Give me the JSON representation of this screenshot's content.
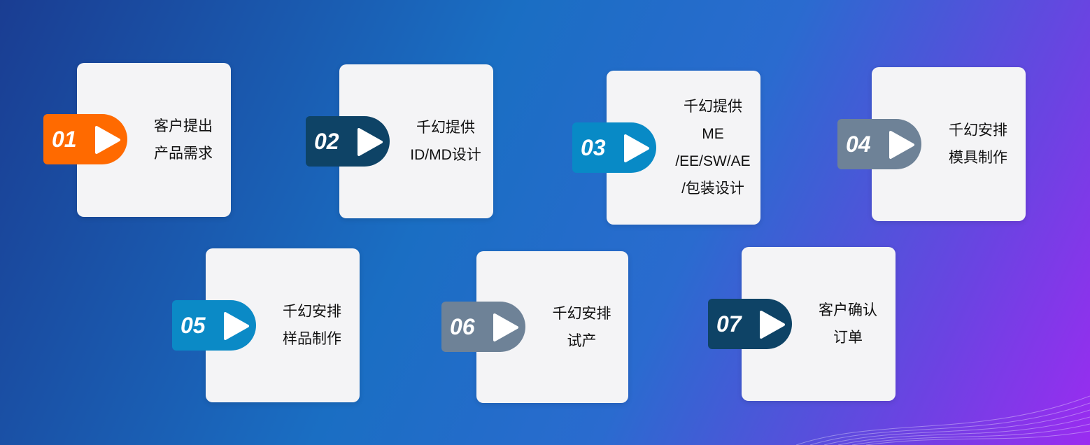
{
  "steps": [
    {
      "number": "01",
      "color": "#ff6a00",
      "lines": [
        "客户提出",
        "产品需求"
      ]
    },
    {
      "number": "02",
      "color": "#0e4366",
      "lines": [
        "千幻提供",
        "ID/MD设计"
      ]
    },
    {
      "number": "03",
      "color": "#088ac6",
      "lines": [
        "千幻提供",
        "ME",
        "/EE/SW/AE",
        "/包装设计"
      ]
    },
    {
      "number": "04",
      "color": "#6e8297",
      "lines": [
        "千幻安排",
        "模具制作"
      ]
    },
    {
      "number": "05",
      "color": "#0b8ac6",
      "lines": [
        "千幻安排",
        "样品制作"
      ]
    },
    {
      "number": "06",
      "color": "#6e8297",
      "lines": [
        "千幻安排",
        "试产"
      ]
    },
    {
      "number": "07",
      "color": "#0e4366",
      "lines": [
        "客户确认",
        "订单"
      ]
    }
  ],
  "icons": {
    "badge_arrow": "play-triangle-icon"
  }
}
